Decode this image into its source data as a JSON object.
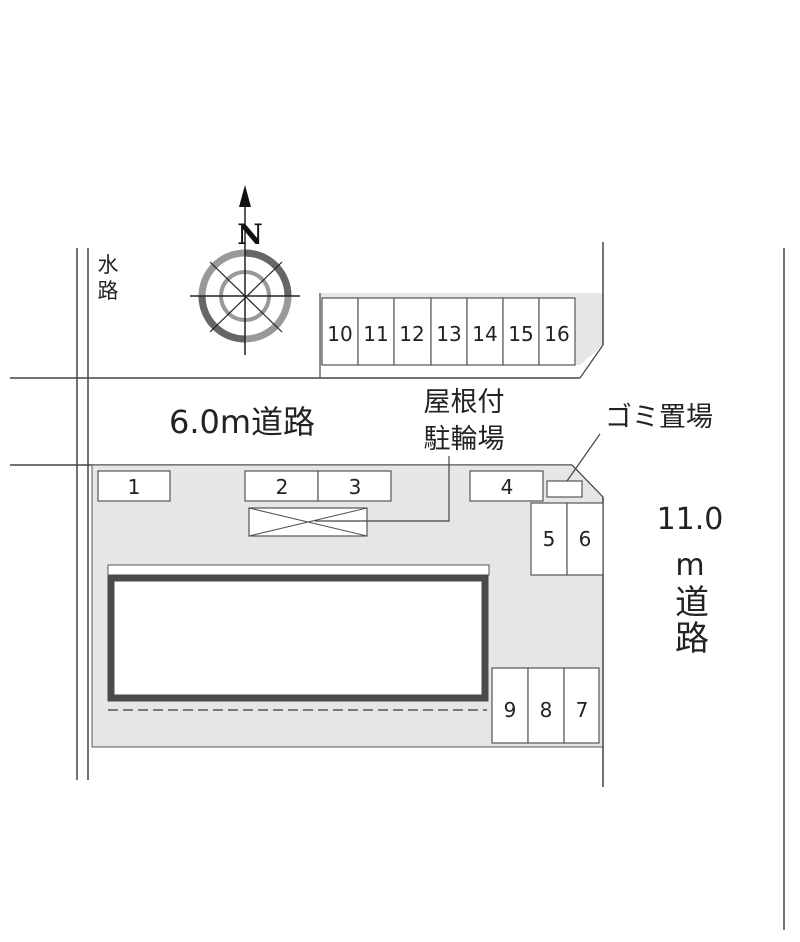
{
  "compass": {
    "north_label": "N"
  },
  "waterway": {
    "chars": [
      "水",
      "路"
    ]
  },
  "road_north": {
    "label": "6.0m道路"
  },
  "road_east": {
    "label_lines": [
      "11.0",
      "m",
      "道",
      "路"
    ]
  },
  "bike_parking": {
    "label_lines": [
      "屋根付",
      "駐輪場"
    ]
  },
  "garbage": {
    "label": "ゴミ置場"
  },
  "parking_north_row": [
    "10",
    "11",
    "12",
    "13",
    "14",
    "15",
    "16"
  ],
  "parking_main": [
    "1",
    "2",
    "3",
    "4",
    "5",
    "6",
    "7",
    "8",
    "9"
  ],
  "colors": {
    "lot_fill": "#e6e6e6",
    "line": "#555555",
    "building_wall": "#4a4a4a",
    "compass_ring": "#777777"
  }
}
